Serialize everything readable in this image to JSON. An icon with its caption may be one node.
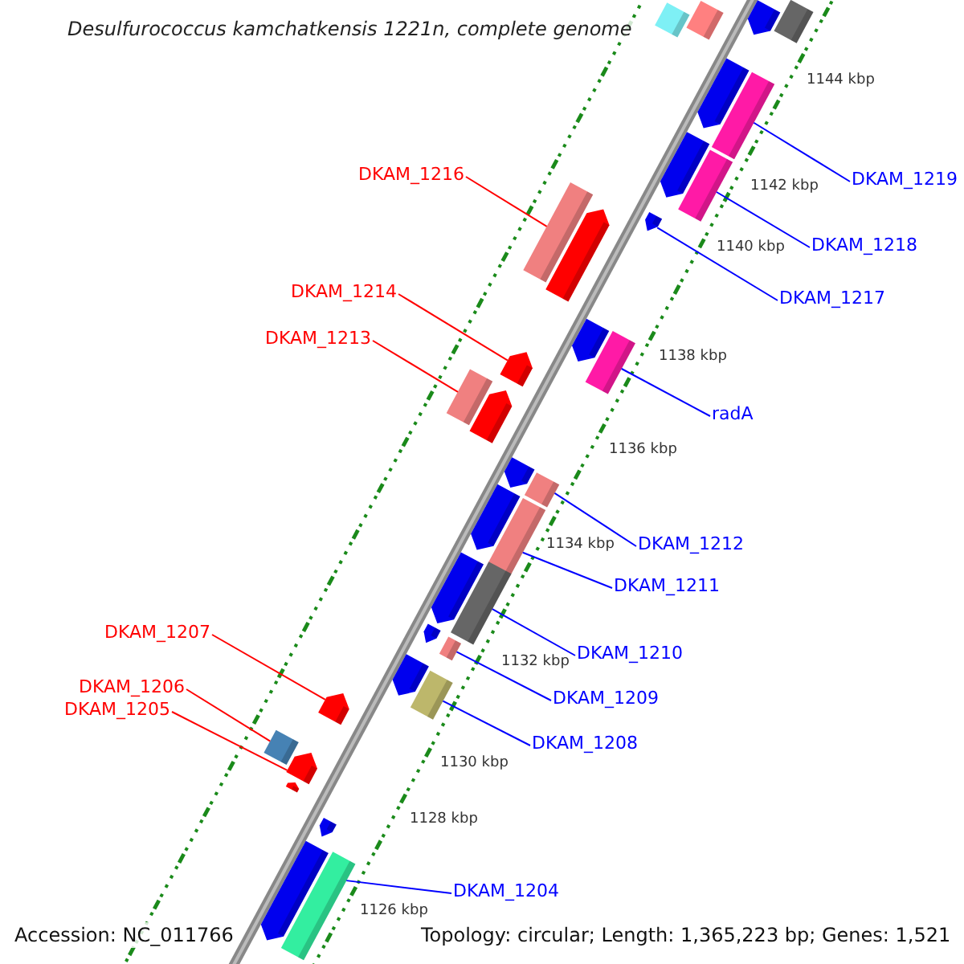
{
  "diagram": {
    "title": "Desulfurococcus kamchatkensis 1221n, complete genome",
    "nodes": [
      {
        "text": [
          "DKAM_1216"
        ]
      },
      {
        "text": [
          "DKAM_1219"
        ]
      },
      {
        "text": [
          "DKAM_1218"
        ]
      },
      {
        "text": [
          "DKAM_1214"
        ]
      },
      {
        "text": [
          "DKAM_1217"
        ]
      },
      {
        "text": [
          "DKAM_1213"
        ]
      },
      {
        "text": [
          "radA"
        ]
      },
      {
        "text": [
          "DKAM_1212"
        ]
      },
      {
        "text": [
          "DKAM_1211"
        ]
      },
      {
        "text": [
          "DKAM_1207"
        ]
      },
      {
        "text": [
          "DKAM_1210"
        ]
      },
      {
        "text": [
          "DKAM_1206"
        ]
      },
      {
        "text": [
          "DKAM_1209"
        ]
      },
      {
        "text": [
          "DKAM_1205"
        ]
      },
      {
        "text": [
          "DKAM_1208"
        ]
      },
      {
        "text": [
          "DKAM_1204"
        ]
      },
      {
        "text": [],
        "shape": "bar"
      },
      {
        "text": [],
        "shape": "bar"
      },
      {
        "text": [],
        "shape": "bar"
      },
      {
        "text": [],
        "shape": "arrow"
      },
      {
        "text": [],
        "shape": "arrow"
      },
      {
        "text": [],
        "shape": "bar"
      },
      {
        "text": [],
        "shape": "bar"
      },
      {
        "text": [],
        "shape": "bar"
      },
      {
        "text": [],
        "shape": "bar"
      },
      {
        "text": [],
        "shape": "arrow"
      },
      {
        "text": [],
        "shape": "bar"
      },
      {
        "text": [],
        "shape": "bar"
      },
      {
        "text": [],
        "shape": "bar"
      },
      {
        "text": [],
        "shape": "arrow"
      },
      {
        "text": [],
        "shape": "bar"
      },
      {
        "text": [],
        "shape": "bar"
      },
      {
        "text": [],
        "shape": "arrow"
      },
      {
        "text": [],
        "shape": "arrow"
      },
      {
        "text": [],
        "shape": "arrow"
      },
      {
        "text": [],
        "shape": "arrow"
      },
      {
        "text": [],
        "shape": "arrow"
      },
      {
        "text": [],
        "shape": "arrow"
      },
      {
        "text": [],
        "shape": "arrow"
      },
      {
        "text": [],
        "shape": "arrow"
      },
      {
        "text": [],
        "shape": "arrow"
      },
      {
        "text": [],
        "shape": "arrow"
      },
      {
        "text": [],
        "shape": "arrow"
      },
      {
        "text": [],
        "shape": "bar"
      },
      {
        "text": [],
        "shape": "arrow"
      },
      {
        "text": [],
        "shape": "arrow"
      },
      {
        "text": [],
        "shape": "arrow"
      },
      {
        "text": [],
        "shape": "bar"
      },
      {
        "text": [],
        "shape": "bar"
      }
    ],
    "edges": [
      {
        "from": 0,
        "to": 16,
        "arrow": "none",
        "color": "#ff0000"
      },
      {
        "from": 1,
        "to": 17,
        "arrow": "none"
      },
      {
        "from": 2,
        "to": 18,
        "arrow": "none"
      },
      {
        "from": 3,
        "to": 19,
        "arrow": "none",
        "color": "#ff0000"
      },
      {
        "from": 4,
        "to": 20,
        "arrow": "none"
      },
      {
        "from": 5,
        "to": 21,
        "arrow": "none",
        "color": "#ff0000"
      },
      {
        "from": 6,
        "to": 22,
        "arrow": "none"
      },
      {
        "from": 7,
        "to": 23,
        "arrow": "none"
      },
      {
        "from": 8,
        "to": 24,
        "arrow": "none"
      },
      {
        "from": 9,
        "to": 25,
        "arrow": "none",
        "color": "#ff0000"
      },
      {
        "from": 10,
        "to": 26,
        "arrow": "none"
      },
      {
        "from": 11,
        "to": 27,
        "arrow": "none",
        "color": "#ff0000"
      },
      {
        "from": 12,
        "to": 28,
        "arrow": "none"
      },
      {
        "from": 13,
        "to": 29,
        "arrow": "none",
        "color": "#ff0000"
      },
      {
        "from": 14,
        "to": 30,
        "arrow": "none"
      },
      {
        "from": 15,
        "to": 31,
        "arrow": "none"
      }
    ],
    "labels": [
      "1144 kbp",
      "1142 kbp",
      "1140 kbp",
      "1138 kbp",
      "1136 kbp",
      "1134 kbp",
      "1132 kbp",
      "1130 kbp",
      "1128 kbp",
      "1126 kbp",
      "Accession: NC_011766",
      "Topology: circular; Length: 1,365,223 bp; Genes: 1,521"
    ]
  }
}
